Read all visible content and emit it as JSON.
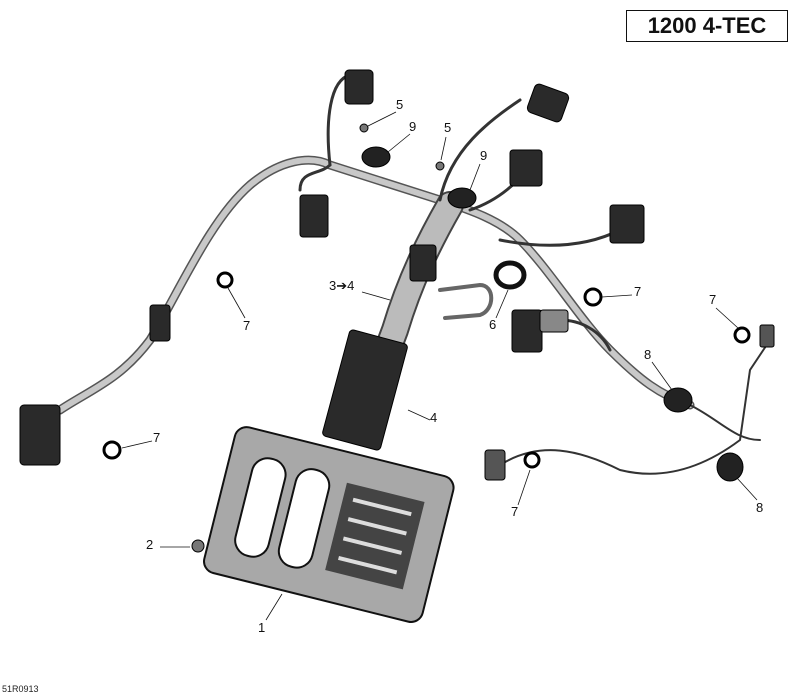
{
  "title": "1200 4-TEC",
  "drawing_code": "51R0913",
  "callouts": [
    {
      "id": "c5a",
      "label": "5"
    },
    {
      "id": "c9a",
      "label": "9"
    },
    {
      "id": "c5b",
      "label": "5"
    },
    {
      "id": "c9b",
      "label": "9"
    },
    {
      "id": "c34",
      "label": "3➔4"
    },
    {
      "id": "c4",
      "label": "4"
    },
    {
      "id": "c6",
      "label": "6"
    },
    {
      "id": "c7a",
      "label": "7"
    },
    {
      "id": "c7b",
      "label": "7"
    },
    {
      "id": "c7c",
      "label": "7"
    },
    {
      "id": "c8a",
      "label": "8"
    },
    {
      "id": "c7d",
      "label": "7"
    },
    {
      "id": "c2",
      "label": "2"
    },
    {
      "id": "c1",
      "label": "1"
    },
    {
      "id": "c7e",
      "label": "7"
    },
    {
      "id": "c8b",
      "label": "8"
    }
  ],
  "colors": {
    "harness": "#b5b5b5",
    "connector": "#2a2a2a",
    "ecu": "#9a9a9a",
    "line": "#111111"
  }
}
